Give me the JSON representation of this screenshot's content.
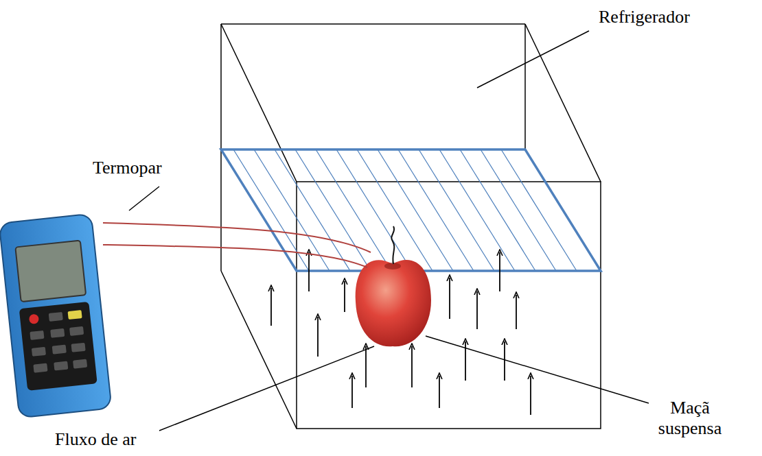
{
  "diagram": {
    "labels": [
      "Refrigerador",
      "Termopar",
      "Maçã suspensa",
      "Fluxo de ar"
    ]
  }
}
